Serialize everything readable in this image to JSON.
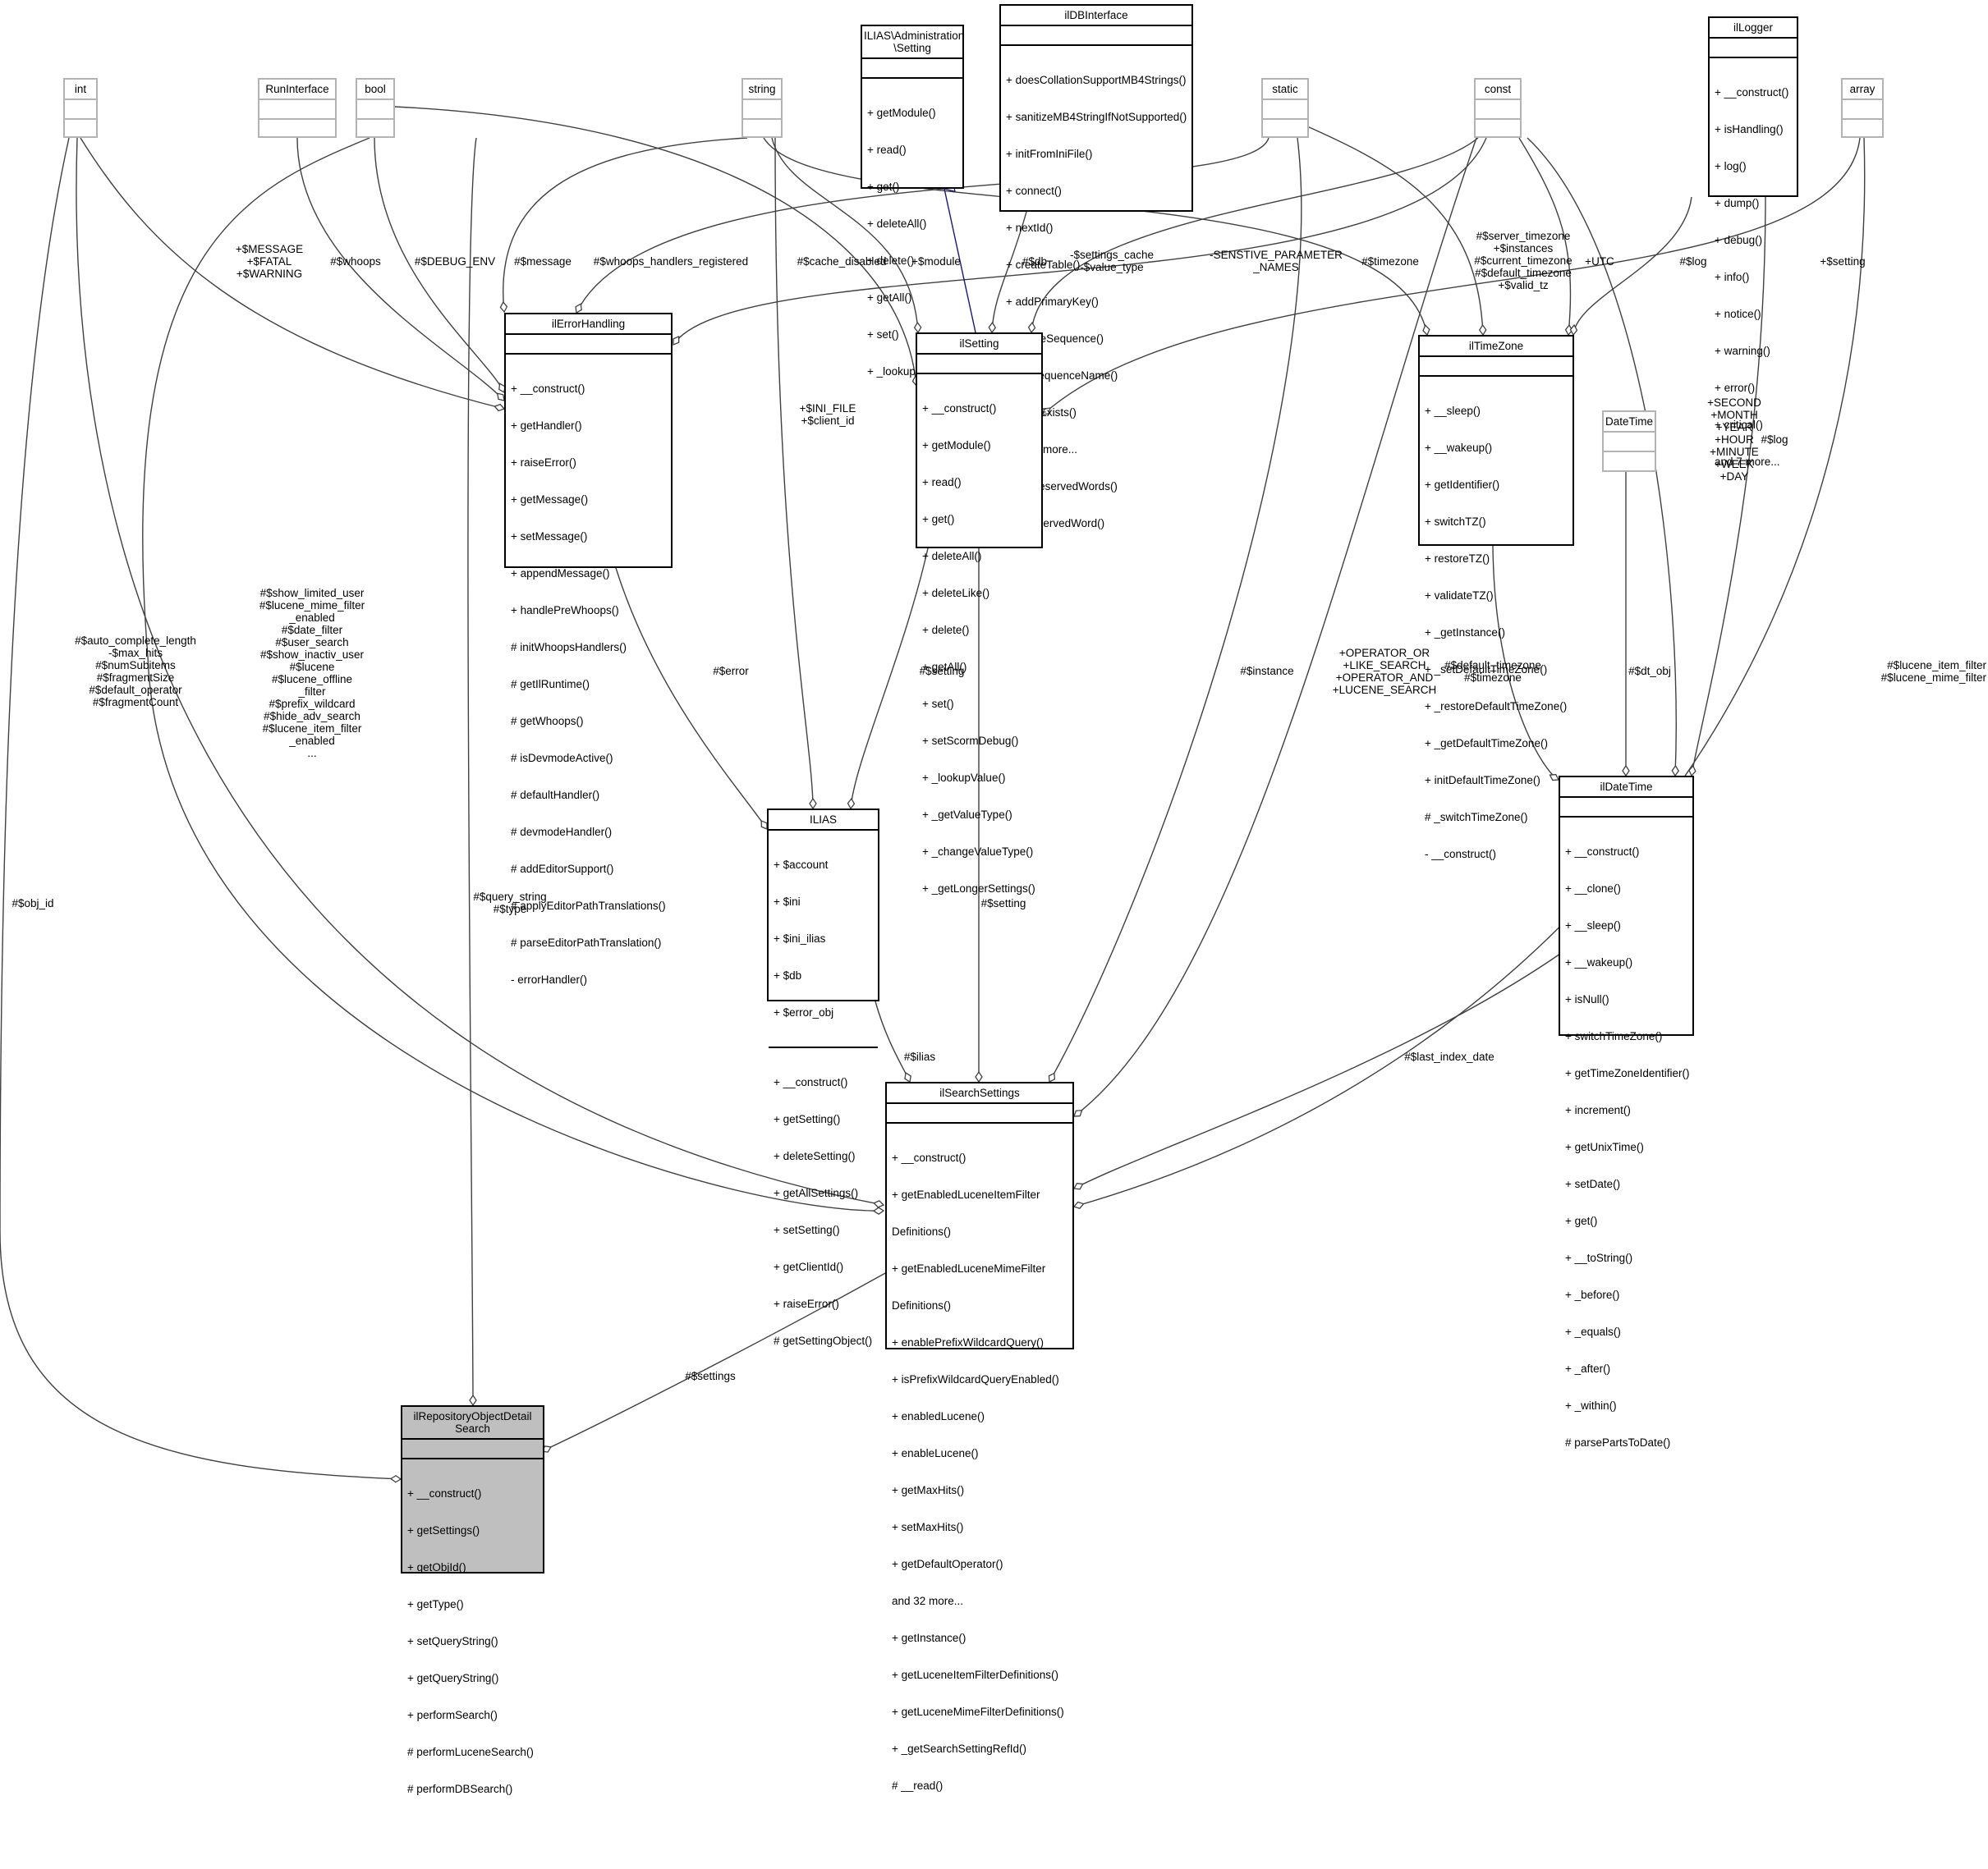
{
  "classes": {
    "int": {
      "name": "int",
      "attrs": [],
      "methods": []
    },
    "runinterface": {
      "name": "RunInterface",
      "attrs": [],
      "methods": []
    },
    "bool": {
      "name": "bool",
      "attrs": [],
      "methods": []
    },
    "string": {
      "name": "string",
      "attrs": [],
      "methods": []
    },
    "ilias_admin_setting": {
      "name": "ILIAS\\Administration\n\\Setting",
      "attrs": [],
      "methods": [
        "+ getModule()",
        "+ read()",
        "+ get()",
        "+ deleteAll()",
        "+ delete()",
        "+ getAll()",
        "+ set()",
        "+ _lookupValue()"
      ]
    },
    "ildbinterface": {
      "name": "ilDBInterface",
      "attrs": [],
      "methods": [
        "+ doesCollationSupportMB4Strings()",
        "+ sanitizeMB4StringIfNotSupported()",
        "+ initFromIniFile()",
        "+ connect()",
        "+ nextId()",
        "+ createTable()",
        "+ addPrimaryKey()",
        "+ createSequence()",
        "+ getSequenceName()",
        "+ tableExists()",
        "and 78 more...",
        "+ getReservedWords()",
        "+ isReservedWord()"
      ]
    },
    "static": {
      "name": "static",
      "attrs": [],
      "methods": []
    },
    "const": {
      "name": "const",
      "attrs": [],
      "methods": []
    },
    "illogger": {
      "name": "ilLogger",
      "attrs": [],
      "methods": [
        "+ __construct()",
        "+ isHandling()",
        "+ log()",
        "+ dump()",
        "+ debug()",
        "+ info()",
        "+ notice()",
        "+ warning()",
        "+ error()",
        "+ critical()",
        "and 7 more..."
      ]
    },
    "array": {
      "name": "array",
      "attrs": [],
      "methods": []
    },
    "ilerrorhandling": {
      "name": "ilErrorHandling",
      "attrs": [],
      "methods": [
        "+ __construct()",
        "+ getHandler()",
        "+ raiseError()",
        "+ getMessage()",
        "+ setMessage()",
        "+ appendMessage()",
        "+ handlePreWhoops()",
        "# initWhoopsHandlers()",
        "# getIlRuntime()",
        "# getWhoops()",
        "# isDevmodeActive()",
        "# defaultHandler()",
        "# devmodeHandler()",
        "# addEditorSupport()",
        "# applyEditorPathTranslations()",
        "# parseEditorPathTranslation()",
        "- errorHandler()"
      ]
    },
    "ilsetting": {
      "name": "ilSetting",
      "attrs": [],
      "methods": [
        "+ __construct()",
        "+ getModule()",
        "+ read()",
        "+ get()",
        "+ deleteAll()",
        "+ deleteLike()",
        "+ delete()",
        "+ getAll()",
        "+ set()",
        "+ setScormDebug()",
        "+ _lookupValue()",
        "+ _getValueType()",
        "+ _changeValueType()",
        "+ _getLongerSettings()"
      ]
    },
    "iltimezone": {
      "name": "ilTimeZone",
      "attrs": [],
      "methods": [
        "+ __sleep()",
        "+ __wakeup()",
        "+ getIdentifier()",
        "+ switchTZ()",
        "+ restoreTZ()",
        "+ validateTZ()",
        "+ _getInstance()",
        "+ _setDefaultTimeZone()",
        "+ _restoreDefaultTimeZone()",
        "+ _getDefaultTimeZone()",
        "+ initDefaultTimeZone()",
        "# _switchTimeZone()",
        "- __construct()"
      ]
    },
    "datetime": {
      "name": "DateTime",
      "attrs": [],
      "methods": []
    },
    "ilias": {
      "name": "ILIAS",
      "attrs": [
        "+ $account",
        "+ $ini",
        "+ $ini_ilias",
        "+ $db",
        "+ $error_obj"
      ],
      "methods": [
        "+ __construct()",
        "+ getSetting()",
        "+ deleteSetting()",
        "+ getAllSettings()",
        "+ setSetting()",
        "+ getClientId()",
        "+ raiseError()",
        "# getSettingObject()"
      ]
    },
    "ildatetime": {
      "name": "ilDateTime",
      "attrs": [],
      "methods": [
        "+ __construct()",
        "+ __clone()",
        "+ __sleep()",
        "+ __wakeup()",
        "+ isNull()",
        "+ switchTimeZone()",
        "+ getTimeZoneIdentifier()",
        "+ increment()",
        "+ getUnixTime()",
        "+ setDate()",
        "+ get()",
        "+ __toString()",
        "+ _before()",
        "+ _equals()",
        "+ _after()",
        "+ _within()",
        "# parsePartsToDate()"
      ]
    },
    "ilsearchsettings": {
      "name": "ilSearchSettings",
      "attrs": [],
      "methods": [
        "+ __construct()",
        "+ getEnabledLuceneItemFilter",
        "Definitions()",
        "+ getEnabledLuceneMimeFilter",
        "Definitions()",
        "+ enablePrefixWildcardQuery()",
        "+ isPrefixWildcardQueryEnabled()",
        "+ enabledLucene()",
        "+ enableLucene()",
        "+ getMaxHits()",
        "+ setMaxHits()",
        "+ getDefaultOperator()",
        "and 32 more...",
        "+ getInstance()",
        "+ getLuceneItemFilterDefinitions()",
        "+ getLuceneMimeFilterDefinitions()",
        "+ _getSearchSettingRefId()",
        "# __read()"
      ]
    },
    "main": {
      "name": "ilRepositoryObjectDetail\nSearch",
      "attrs": [],
      "methods": [
        "+ __construct()",
        "+ getSettings()",
        "+ getObjId()",
        "+ getType()",
        "+ setQueryString()",
        "+ getQueryString()",
        "+ performSearch()",
        "# performLuceneSearch()",
        "# performDBSearch()"
      ]
    }
  },
  "edge_labels": {
    "obj_id": "#$obj_id",
    "auto_complete": "#$auto_complete_length\n-$max_hits\n#$numSubitems\n#$fragmentSize\n#$default_operator\n#$fragmentCount",
    "show_limited": "#$show_limited_user\n#$lucene_mime_filter\n_enabled\n#$date_filter\n#$user_search\n#$show_inactiv_user\n#$lucene\n#$lucene_offline\n_filter\n#$prefix_wildcard\n#$hide_adv_search\n#$lucene_item_filter\n_enabled\n...",
    "message_fatal": "+$MESSAGE\n+$FATAL\n+$WARNING",
    "whoops": "#$whoops",
    "debug_env": "#$DEBUG_ENV",
    "message": "#$message",
    "whoops_reg": "#$whoops_handlers_registered",
    "cache_disabled": "#$cache_disabled",
    "module": "+$module",
    "db": "#$db",
    "settings_cache": "-$settings_cache\n-$value_type",
    "senstive": "-SENSTIVE_PARAMETER\n_NAMES",
    "timezone_top": "#$timezone",
    "server_tz": "#$server_timezone\n+$instances\n#$current_timezone\n#$default_timezone\n+$valid_tz",
    "utc": "+UTC",
    "log1": "#$log",
    "setting_arr": "+$setting",
    "ini_file": "+$INI_FILE\n+$client_id",
    "error": "#$error",
    "setting1": "#$setting",
    "query_string": "#$query_string\n#$type",
    "setting2": "#$setting",
    "instance": "#$instance",
    "operator": "+OPERATOR_OR\n+LIKE_SEARCH\n+OPERATOR_AND\n+LUCENE_SEARCH",
    "default_tz": "#$default_timezone\n#$timezone",
    "dt_obj": "#$dt_obj",
    "second": "+SECOND\n+MONTH\n+YEAR\n+HOUR\n+MINUTE\n+WEEK\n+DAY",
    "log2": "#$log",
    "lucene_filter": "#$lucene_item_filter\n#$lucene_mime_filter",
    "ilias": "#$ilias",
    "last_index": "#$last_index_date",
    "settings": "#$settings"
  }
}
